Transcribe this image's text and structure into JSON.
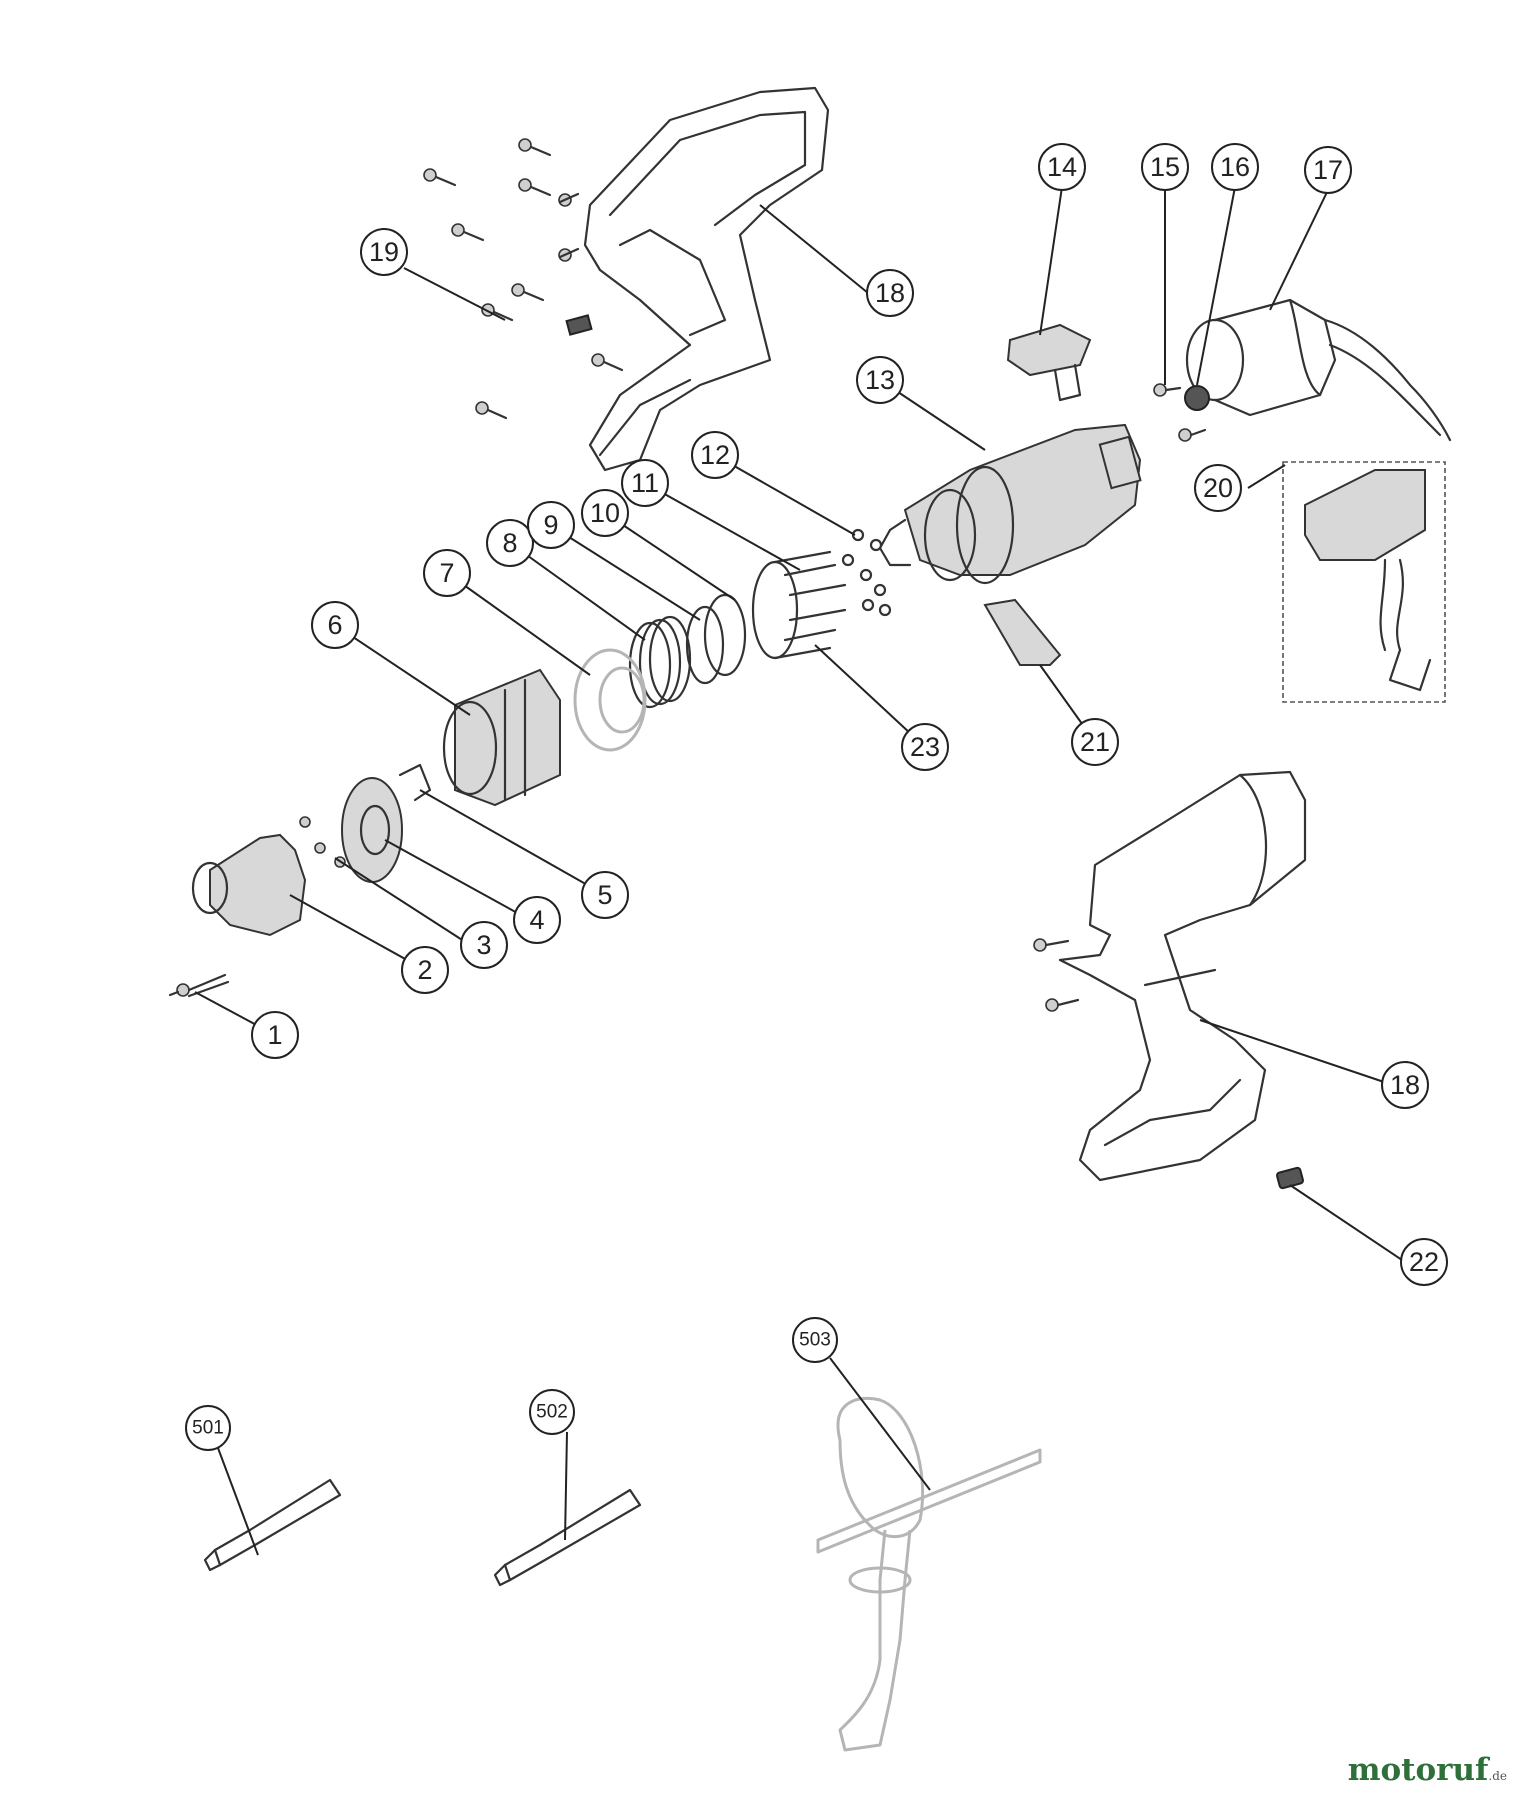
{
  "callouts": [
    "1",
    "2",
    "3",
    "4",
    "5",
    "6",
    "7",
    "8",
    "9",
    "10",
    "11",
    "12",
    "13",
    "14",
    "15",
    "16",
    "17",
    "18",
    "18",
    "19",
    "20",
    "21",
    "22",
    "23",
    "501",
    "502",
    "503"
  ],
  "watermark": {
    "name": "motoruf",
    "tld": ".de"
  },
  "colors": {
    "line": "#222222",
    "brand": "#2f6f3a"
  }
}
